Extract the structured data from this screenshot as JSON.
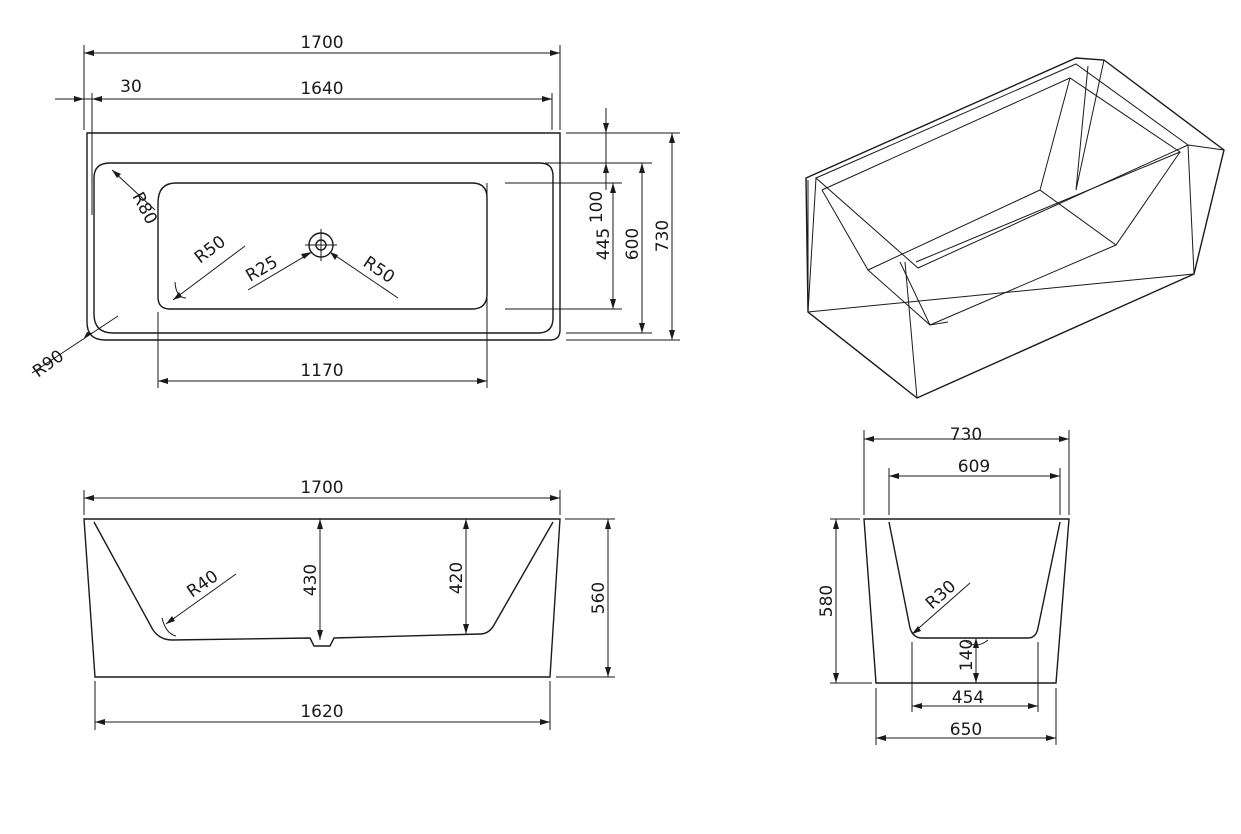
{
  "top_view": {
    "dim_length_total": "1700",
    "dim_rim": "30",
    "dim_length_inner": "1640",
    "dim_floor_length": "1170",
    "radius_corner_inner": "R80",
    "radius_basin": "R50",
    "radius_drain": "R25",
    "radius_drain_right": "R50",
    "radius_corner_outer": "R90",
    "dim_rim_depth": "100",
    "dim_floor_width": "445",
    "dim_inner_width": "600",
    "dim_width_total": "730"
  },
  "front_view": {
    "dim_length_top": "1700",
    "radius_bottom": "R40",
    "dim_depth_center": "430",
    "dim_depth_side": "420",
    "dim_height": "560",
    "dim_length_base": "1620"
  },
  "side_view": {
    "dim_width_top": "730",
    "dim_inner_top": "609",
    "radius_bottom": "R30",
    "dim_height": "580",
    "dim_base_offset": "140",
    "dim_floor_width": "454",
    "dim_width_base": "650"
  }
}
